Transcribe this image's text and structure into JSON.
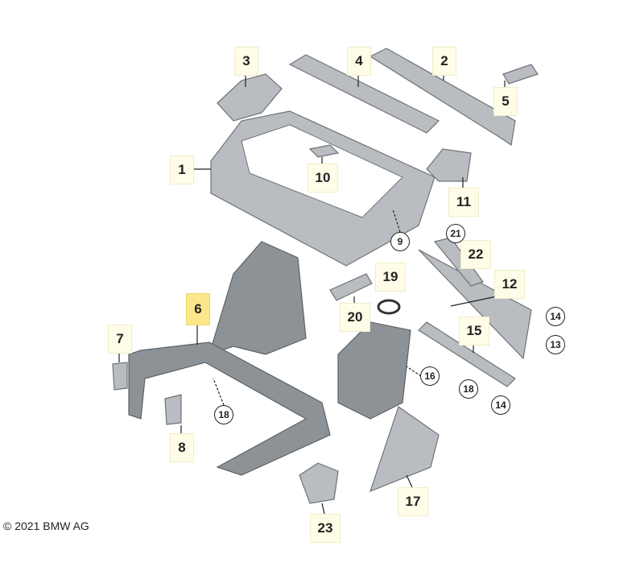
{
  "copyright": "© 2021 BMW AG",
  "highlighted_part": "6",
  "square_labels": [
    "3",
    "4",
    "2",
    "5",
    "1",
    "10",
    "11",
    "6",
    "20",
    "19",
    "22",
    "12",
    "15",
    "7",
    "8",
    "17",
    "23"
  ],
  "circle_labels": [
    "9",
    "21",
    "14",
    "13",
    "16",
    "18",
    "14",
    "18"
  ],
  "colors": {
    "highlight": "#fbe68a",
    "label_bg": "#fffde8"
  }
}
